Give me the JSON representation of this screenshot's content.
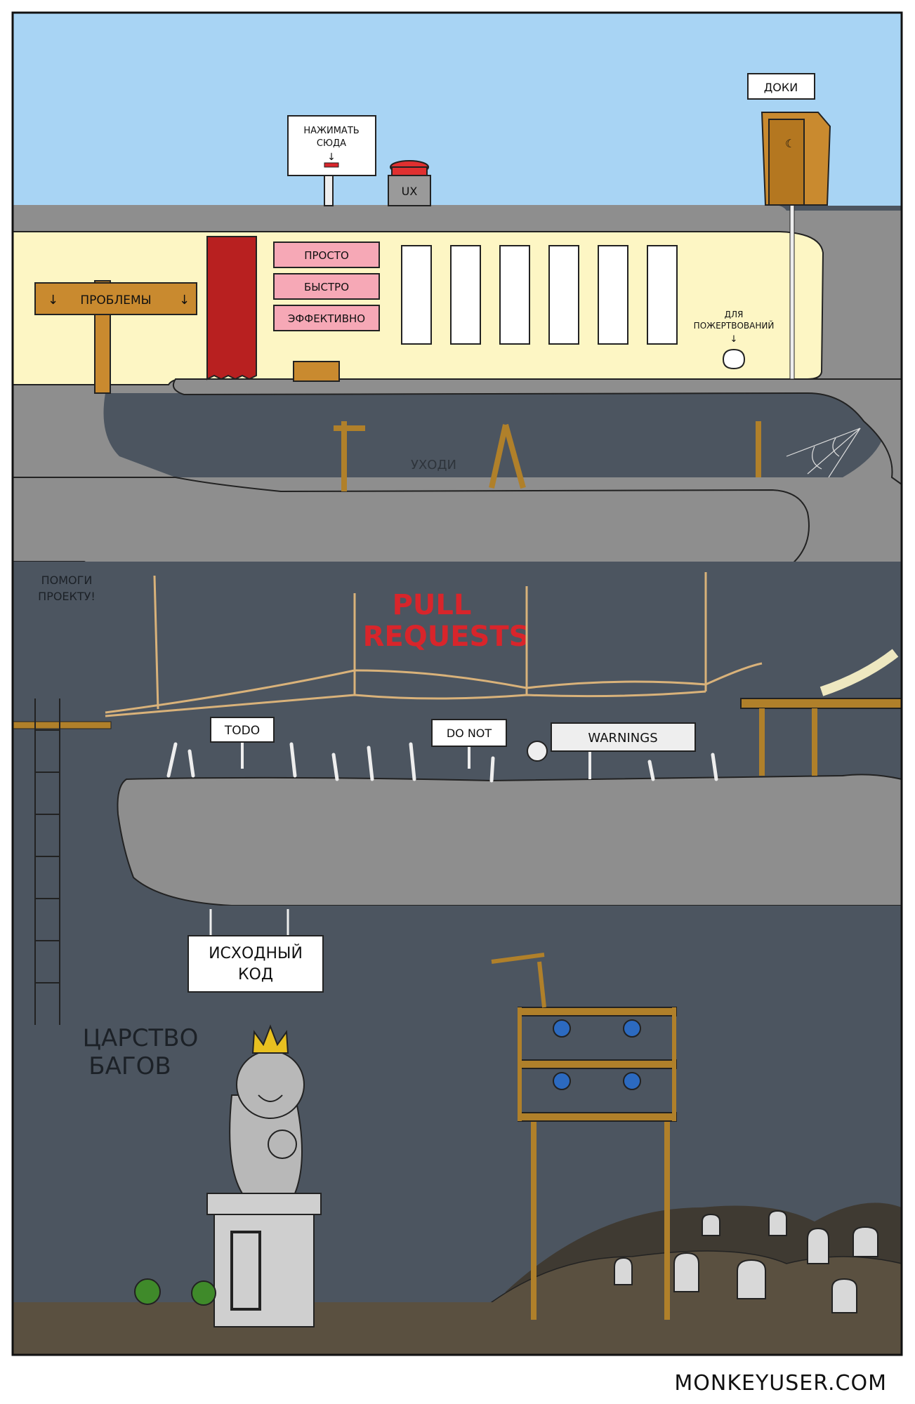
{
  "comic": {
    "signs": {
      "click_here": [
        "НАЖИМАТЬ",
        "СЮДА"
      ],
      "ux_button": "UX",
      "docs": "ДОКИ",
      "problems": "ПРОБЛЕМЫ",
      "banner": [
        "ПРОСТО",
        "БЫСТРО",
        "ЭФФЕКТИВНО"
      ],
      "donations": [
        "ДЛЯ",
        "ПОЖЕРТВОВАНИЙ"
      ],
      "go_away": "УХОДИ",
      "help_project": [
        "ПОМОГИ",
        "ПРОЕКТУ!"
      ],
      "pull_requests": [
        "PULL",
        "REQUESTS"
      ],
      "todo": "TODO",
      "do_not": "DO NOT",
      "warnings": "WARNINGS",
      "source_code": [
        "ИСХОДНЫЙ",
        "КОД"
      ],
      "bug_kingdom": [
        "ЦАРСТВО",
        "БАГОВ"
      ]
    },
    "credit": "MONKEYUSER.COM",
    "colors": {
      "sky": "#a8d4f4",
      "rock": "#8e8e8e",
      "cave": "#4c5560",
      "hall": "#fdf6c4",
      "banner": "#f6a8b6",
      "wood": "#b0802a",
      "blood": "#d8252b",
      "dirt": "#5a5040"
    }
  }
}
